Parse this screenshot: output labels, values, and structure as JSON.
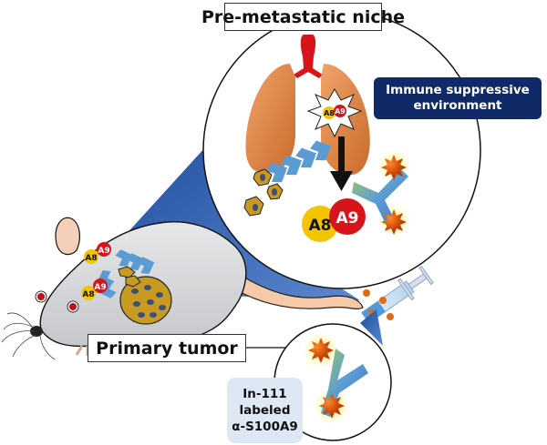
{
  "title": "Pre-metastatic niche",
  "labels": {
    "primary_tumor": "Primary tumor",
    "immune_line1": "Immune suppressive",
    "immune_line2": "environment",
    "probe_line1": "In-111",
    "probe_line2": "labeled",
    "probe_line3": "α-S100A9"
  },
  "proteins": {
    "a8": "A8",
    "a9": "A9"
  },
  "colors": {
    "immune_box": "#0f2a66",
    "probe_box": "#dde8f4",
    "lung": "#e0894a",
    "a8": "#f5c400",
    "a9": "#d7141a",
    "antibody": "#5b9bd5",
    "zoom_cone": "#3a64b0",
    "mouse_body": "#d9dadc"
  },
  "icons": [
    "mouse",
    "lungs",
    "trachea",
    "tumor-cells",
    "antibody",
    "syringe",
    "radiolabel-star",
    "chevron-arrows",
    "down-arrow",
    "zoom-circle"
  ]
}
